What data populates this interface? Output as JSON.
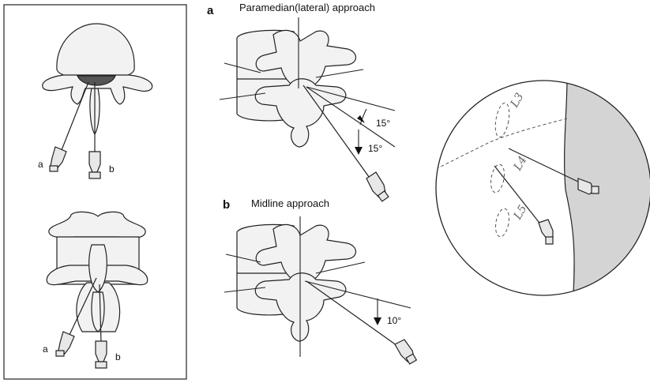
{
  "left_panel": {
    "top_view_needle_labels": {
      "a": "a",
      "b": "b"
    },
    "bottom_view_needle_labels": {
      "a": "a",
      "b": "b"
    }
  },
  "panel_a": {
    "letter": "a",
    "title": "Paramedian(lateral) approach",
    "angle_labels": [
      "15°",
      "15°"
    ]
  },
  "panel_b": {
    "letter": "b",
    "title": "Midline approach",
    "angle_labels": [
      "10°"
    ]
  },
  "radiograph_circle": {
    "vertebra_labels": [
      "L3",
      "L4",
      "L5"
    ],
    "shaded_color": "#d4d4d4"
  }
}
